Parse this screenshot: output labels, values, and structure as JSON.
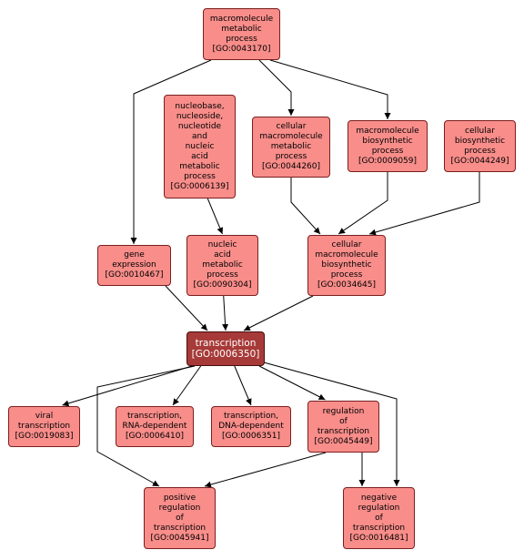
{
  "nodes": {
    "macromolecule_metabolic_process": {
      "name": "macromolecule\nmetabolic\nprocess",
      "id": "[GO:0043170]"
    },
    "nucleobase_metabolic_process": {
      "name": "nucleobase,\nnucleoside,\nnucleotide\nand\nnucleic\nacid\nmetabolic\nprocess",
      "id": "[GO:0006139]"
    },
    "cellular_macromolecule_metabolic_process": {
      "name": "cellular\nmacromolecule\nmetabolic\nprocess",
      "id": "[GO:0044260]"
    },
    "macromolecule_biosynthetic_process": {
      "name": "macromolecule\nbiosynthetic\nprocess",
      "id": "[GO:0009059]"
    },
    "cellular_biosynthetic_process": {
      "name": "cellular\nbiosynthetic\nprocess",
      "id": "[GO:0044249]"
    },
    "gene_expression": {
      "name": "gene\nexpression",
      "id": "[GO:0010467]"
    },
    "nucleic_acid_metabolic_process": {
      "name": "nucleic\nacid\nmetabolic\nprocess",
      "id": "[GO:0090304]"
    },
    "cellular_macromolecule_biosynthetic_process": {
      "name": "cellular\nmacromolecule\nbiosynthetic\nprocess",
      "id": "[GO:0034645]"
    },
    "transcription": {
      "name": "transcription",
      "id": "[GO:0006350]"
    },
    "viral_transcription": {
      "name": "viral\ntranscription",
      "id": "[GO:0019083]"
    },
    "transcription_rna_dependent": {
      "name": "transcription,\nRNA-dependent",
      "id": "[GO:0006410]"
    },
    "transcription_dna_dependent": {
      "name": "transcription,\nDNA-dependent",
      "id": "[GO:0006351]"
    },
    "regulation_of_transcription": {
      "name": "regulation\nof\ntranscription",
      "id": "[GO:0045449]"
    },
    "positive_regulation_of_transcription": {
      "name": "positive\nregulation\nof\ntranscription",
      "id": "[GO:0045941]"
    },
    "negative_regulation_of_transcription": {
      "name": "negative\nregulation\nof\ntranscription",
      "id": "[GO:0016481]"
    }
  },
  "edges": [
    {
      "from": "macromolecule_metabolic_process",
      "to": "gene_expression"
    },
    {
      "from": "macromolecule_metabolic_process",
      "to": "cellular_macromolecule_metabolic_process"
    },
    {
      "from": "macromolecule_metabolic_process",
      "to": "macromolecule_biosynthetic_process"
    },
    {
      "from": "nucleobase_metabolic_process",
      "to": "nucleic_acid_metabolic_process"
    },
    {
      "from": "cellular_macromolecule_metabolic_process",
      "to": "cellular_macromolecule_biosynthetic_process"
    },
    {
      "from": "macromolecule_biosynthetic_process",
      "to": "cellular_macromolecule_biosynthetic_process"
    },
    {
      "from": "cellular_biosynthetic_process",
      "to": "cellular_macromolecule_biosynthetic_process"
    },
    {
      "from": "gene_expression",
      "to": "transcription"
    },
    {
      "from": "nucleic_acid_metabolic_process",
      "to": "transcription"
    },
    {
      "from": "cellular_macromolecule_biosynthetic_process",
      "to": "transcription"
    },
    {
      "from": "transcription",
      "to": "viral_transcription"
    },
    {
      "from": "transcription",
      "to": "transcription_rna_dependent"
    },
    {
      "from": "transcription",
      "to": "transcription_dna_dependent"
    },
    {
      "from": "transcription",
      "to": "regulation_of_transcription"
    },
    {
      "from": "transcription",
      "to": "positive_regulation_of_transcription"
    },
    {
      "from": "transcription",
      "to": "negative_regulation_of_transcription"
    },
    {
      "from": "regulation_of_transcription",
      "to": "positive_regulation_of_transcription"
    },
    {
      "from": "regulation_of_transcription",
      "to": "negative_regulation_of_transcription"
    }
  ],
  "colors": {
    "node_fill": "#f88d8a",
    "focus_fill": "#a63a38",
    "border": "#7a1f1f",
    "edge": "#000000"
  }
}
